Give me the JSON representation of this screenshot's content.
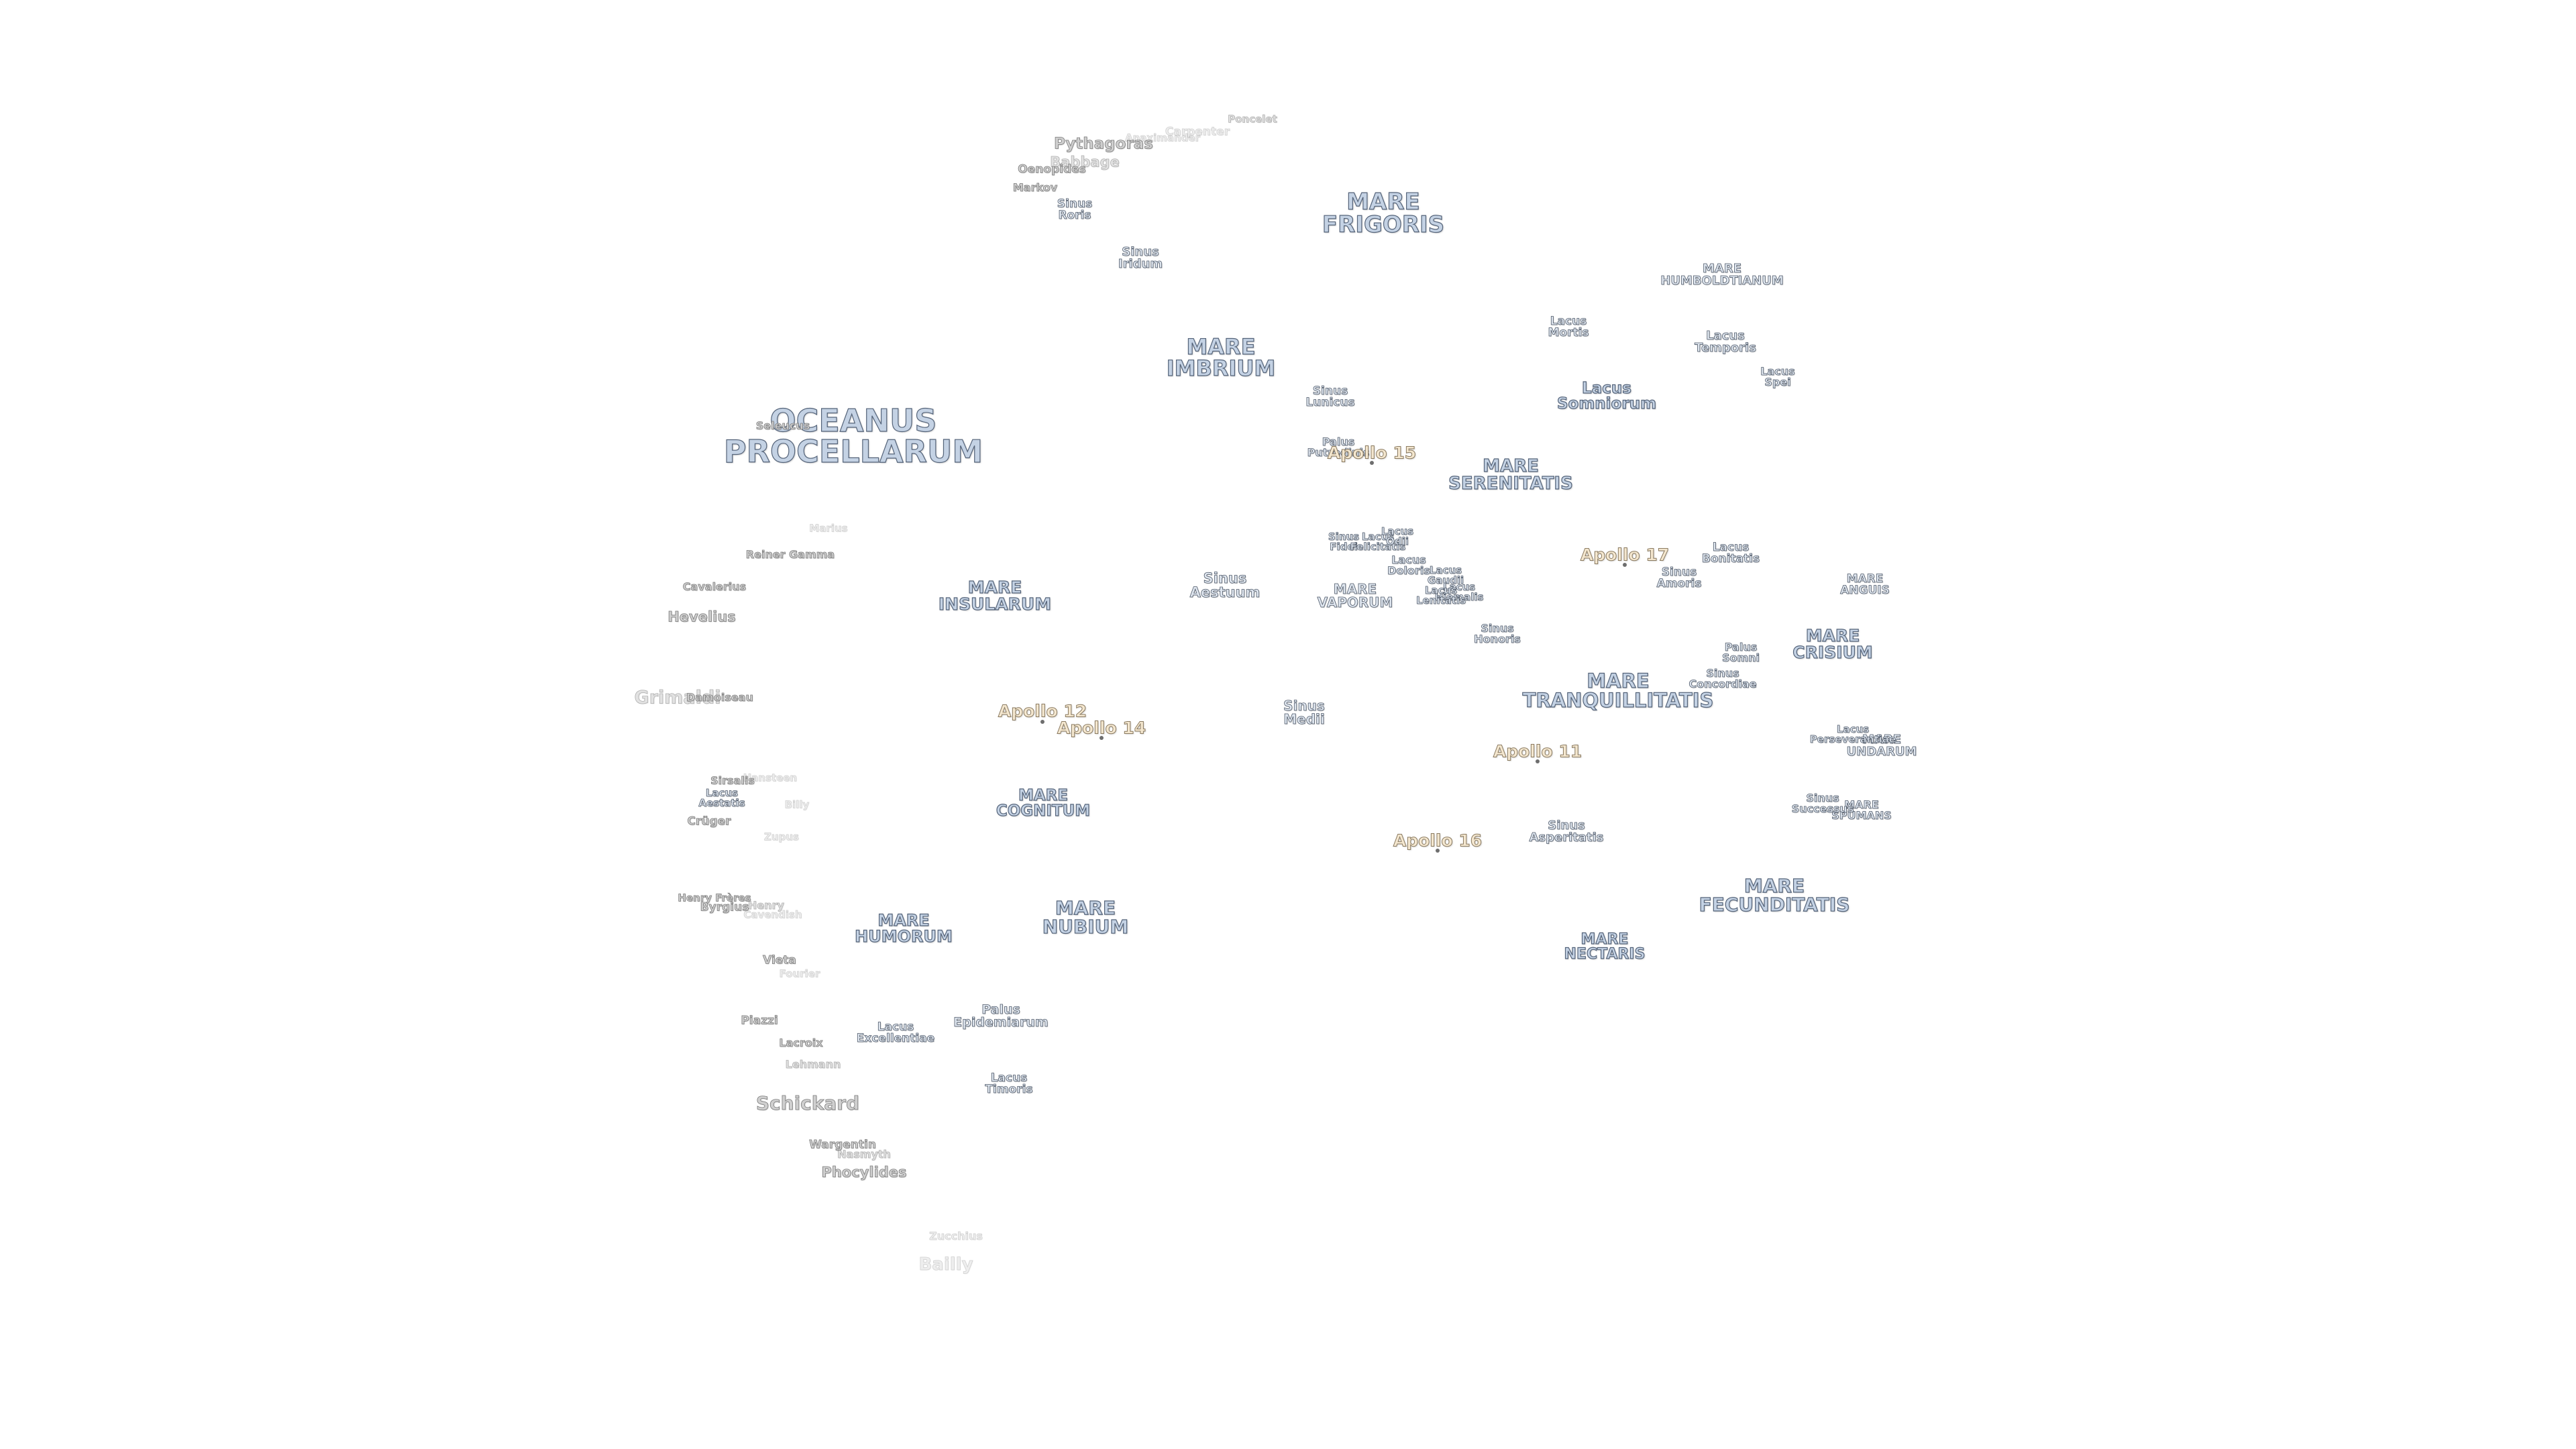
{
  "map": {
    "maria": [
      {
        "id": "mare-frigoris",
        "lines": [
          "MARE",
          "FRIGORIS"
        ]
      },
      {
        "id": "mare-humboldtianum",
        "lines": [
          "MARE",
          "HUMBOLDTIANUM"
        ]
      },
      {
        "id": "oceanus-procellarum",
        "lines": [
          "OCEANUS",
          "PROCELLARUM"
        ]
      },
      {
        "id": "mare-imbrium",
        "lines": [
          "MARE",
          "IMBRIUM"
        ]
      },
      {
        "id": "mare-serenitatis",
        "lines": [
          "MARE",
          "SERENITATIS"
        ]
      },
      {
        "id": "mare-insularum",
        "lines": [
          "MARE",
          "INSULARUM"
        ]
      },
      {
        "id": "mare-vaporum",
        "lines": [
          "MARE",
          "VAPORUM"
        ]
      },
      {
        "id": "mare-anguis",
        "lines": [
          "MARE",
          "ANGUIS"
        ]
      },
      {
        "id": "mare-crisium",
        "lines": [
          "MARE",
          "CRISIUM"
        ]
      },
      {
        "id": "mare-tranquillitatis",
        "lines": [
          "MARE",
          "TRANQUILLITATIS"
        ]
      },
      {
        "id": "mare-undarum",
        "lines": [
          "MARE",
          "UNDARUM"
        ]
      },
      {
        "id": "mare-cognitum",
        "lines": [
          "MARE",
          "COGNITUM"
        ]
      },
      {
        "id": "mare-spumans",
        "lines": [
          "MARE",
          "SPUMANS"
        ]
      },
      {
        "id": "mare-fecunditatis",
        "lines": [
          "MARE",
          "FECUNDITATIS"
        ]
      },
      {
        "id": "mare-humorum",
        "lines": [
          "MARE",
          "HUMORUM"
        ]
      },
      {
        "id": "mare-nubium",
        "lines": [
          "MARE",
          "NUBIUM"
        ]
      },
      {
        "id": "mare-nectaris",
        "lines": [
          "MARE",
          "NECTARIS"
        ]
      }
    ],
    "minor_features": [
      {
        "id": "sinus-roris",
        "lines": [
          "Sinus",
          "Roris"
        ]
      },
      {
        "id": "sinus-iridum",
        "lines": [
          "Sinus",
          "Iridum"
        ]
      },
      {
        "id": "lacus-mortis",
        "lines": [
          "Lacus",
          "Mortis"
        ]
      },
      {
        "id": "lacus-temporis",
        "lines": [
          "Lacus",
          "Temporis"
        ]
      },
      {
        "id": "lacus-spei",
        "lines": [
          "Lacus",
          "Spei"
        ]
      },
      {
        "id": "sinus-lunicus",
        "lines": [
          "Sinus",
          "Lunicus"
        ]
      },
      {
        "id": "lacus-somniorum",
        "lines": [
          "Lacus",
          "Somniorum"
        ]
      },
      {
        "id": "palus-putredinis",
        "lines": [
          "Palus",
          "Putredinis"
        ]
      },
      {
        "id": "sinus-fidei",
        "lines": [
          "Sinus",
          "Fidei"
        ]
      },
      {
        "id": "lacus-felicitatis",
        "lines": [
          "Lacus",
          "Felicitatis"
        ]
      },
      {
        "id": "lacus-odii",
        "lines": [
          "Lacus",
          "Odii"
        ]
      },
      {
        "id": "lacus-doloris",
        "lines": [
          "Lacus",
          "Doloris"
        ]
      },
      {
        "id": "lacus-gaudii",
        "lines": [
          "Lacus",
          "Gaudii"
        ]
      },
      {
        "id": "lacus-hiemalis",
        "lines": [
          "Lacus",
          "Hiemalis"
        ]
      },
      {
        "id": "lacus-lenitatis",
        "lines": [
          "Lacus",
          "Lenitatis"
        ]
      },
      {
        "id": "lacus-bonitatis",
        "lines": [
          "Lacus",
          "Bonitatis"
        ]
      },
      {
        "id": "sinus-aestuum",
        "lines": [
          "Sinus",
          "Aestuum"
        ]
      },
      {
        "id": "sinus-amoris",
        "lines": [
          "Sinus",
          "Amoris"
        ]
      },
      {
        "id": "sinus-honoris",
        "lines": [
          "Sinus",
          "Honoris"
        ]
      },
      {
        "id": "palus-somni",
        "lines": [
          "Palus",
          "Somni"
        ]
      },
      {
        "id": "sinus-concordiae",
        "lines": [
          "Sinus",
          "Concordiae"
        ]
      },
      {
        "id": "sinus-medii",
        "lines": [
          "Sinus",
          "Medii"
        ]
      },
      {
        "id": "lacus-perseverantiae",
        "lines": [
          "Lacus",
          "Perseverantiae"
        ]
      },
      {
        "id": "lacus-aestatis",
        "lines": [
          "Lacus",
          "Aestatis"
        ]
      },
      {
        "id": "sinus-successus",
        "lines": [
          "Sinus",
          "Successus"
        ]
      },
      {
        "id": "sinus-asperitatis",
        "lines": [
          "Sinus",
          "Asperitatis"
        ]
      },
      {
        "id": "palus-epidemiarum",
        "lines": [
          "Palus",
          "Epidemiarum"
        ]
      },
      {
        "id": "lacus-excellentiae",
        "lines": [
          "Lacus",
          "Excellentiae"
        ]
      },
      {
        "id": "lacus-timoris",
        "lines": [
          "Lacus",
          "Timoris"
        ]
      }
    ],
    "apollo_sites": [
      {
        "id": "apollo-15",
        "label": "Apollo 15"
      },
      {
        "id": "apollo-17",
        "label": "Apollo 17"
      },
      {
        "id": "apollo-12",
        "label": "Apollo 12"
      },
      {
        "id": "apollo-14",
        "label": "Apollo 14"
      },
      {
        "id": "apollo-11",
        "label": "Apollo 11"
      },
      {
        "id": "apollo-16",
        "label": "Apollo 16"
      }
    ],
    "craters": [
      {
        "id": "poncelet",
        "label": "Poncelet"
      },
      {
        "id": "pythagoras",
        "label": "Pythagoras"
      },
      {
        "id": "anaximander",
        "label": "Anaximander"
      },
      {
        "id": "carpenter",
        "label": "Carpenter"
      },
      {
        "id": "babbage",
        "label": "Babbage"
      },
      {
        "id": "oenopides",
        "label": "Oenopides"
      },
      {
        "id": "markov",
        "label": "Markov"
      },
      {
        "id": "seleucus",
        "label": "Seleucus"
      },
      {
        "id": "marius",
        "label": "Marius"
      },
      {
        "id": "reiner-gamma",
        "label": "Reiner Gamma"
      },
      {
        "id": "cavalerius",
        "label": "Cavalerius"
      },
      {
        "id": "hevelius",
        "label": "Hevelius"
      },
      {
        "id": "grimaldi",
        "label": "Grimaldi"
      },
      {
        "id": "damoiseau",
        "label": "Damoiseau"
      },
      {
        "id": "sirsalis",
        "label": "Sirsalis"
      },
      {
        "id": "hansteen",
        "label": "Hansteen"
      },
      {
        "id": "billy",
        "label": "Billy"
      },
      {
        "id": "cruger",
        "label": "Crüger"
      },
      {
        "id": "zupus",
        "label": "Zupus"
      },
      {
        "id": "henry-freres",
        "label": "Henry Frères"
      },
      {
        "id": "byrgius",
        "label": "Byrgius"
      },
      {
        "id": "henry",
        "label": "Henry"
      },
      {
        "id": "cavendish",
        "label": "Cavendish"
      },
      {
        "id": "vieta",
        "label": "Vieta"
      },
      {
        "id": "fourier",
        "label": "Fourier"
      },
      {
        "id": "piazzi",
        "label": "Piazzi"
      },
      {
        "id": "lacroix",
        "label": "Lacroix"
      },
      {
        "id": "lehmann",
        "label": "Lehmann"
      },
      {
        "id": "schickard",
        "label": "Schickard"
      },
      {
        "id": "wargentin",
        "label": "Wargentin"
      },
      {
        "id": "nasmyth",
        "label": "Nasmyth"
      },
      {
        "id": "phocylides",
        "label": "Phocylides"
      },
      {
        "id": "zucchius",
        "label": "Zucchius"
      },
      {
        "id": "bailly",
        "label": "Bailly"
      }
    ]
  }
}
